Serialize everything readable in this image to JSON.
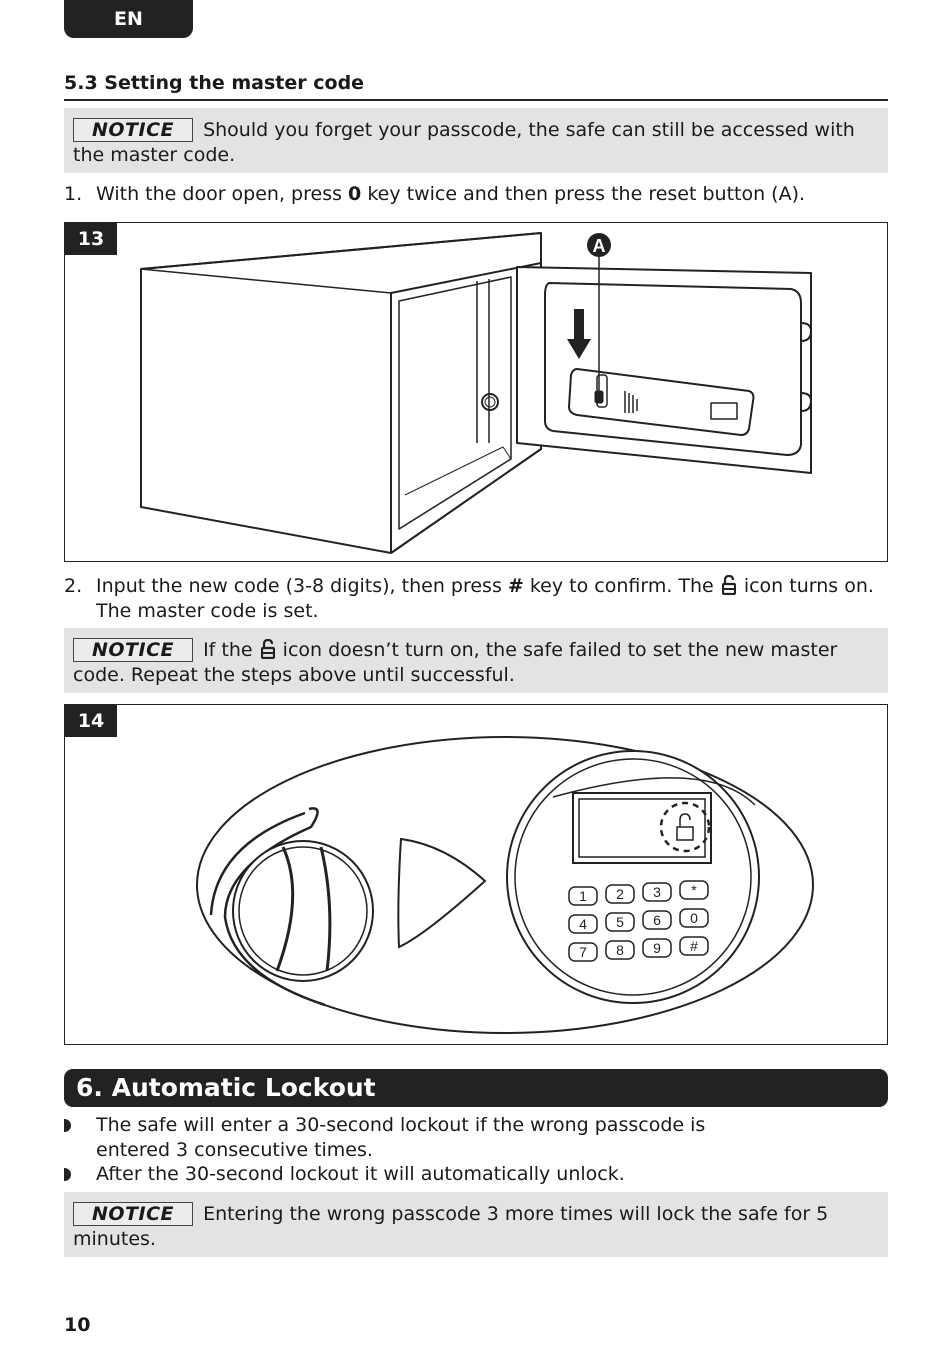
{
  "lang_tab": "EN",
  "section": {
    "title": "5.3 Setting the master code"
  },
  "notice1": {
    "tag": "NOTICE",
    "text": "Should you forget your passcode, the safe can still be accessed with the master code."
  },
  "step1": {
    "num": "1.",
    "pre": "With the door open, press ",
    "key": "0",
    "post": " key twice and then press the reset button (A)."
  },
  "figure13": {
    "num": "13",
    "callout": "A"
  },
  "step2": {
    "num": "2.",
    "pre": "Input the new code (3-8 digits), then press ",
    "key": "#",
    "mid": " key to confirm. The ",
    "post": " icon turns on. The master code is set."
  },
  "notice2": {
    "tag": "NOTICE",
    "pre": "If the ",
    "post": " icon doesn’t turn on, the safe failed to set the new master code. Repeat the steps above until successful."
  },
  "figure14": {
    "num": "14",
    "keys": [
      "1",
      "2",
      "3",
      "*",
      "4",
      "5",
      "6",
      "0",
      "7",
      "8",
      "9",
      "#"
    ]
  },
  "chapter": {
    "title": "6. Automatic Lockout"
  },
  "bullets": [
    "The safe will enter a 30-second lockout if the wrong passcode is entered 3 consecutive times.",
    "After the 30-second lockout it will automatically unlock."
  ],
  "notice3": {
    "tag": "NOTICE",
    "text": "Entering the wrong passcode 3 more times will lock the safe for 5 minutes."
  },
  "page_number": "10"
}
